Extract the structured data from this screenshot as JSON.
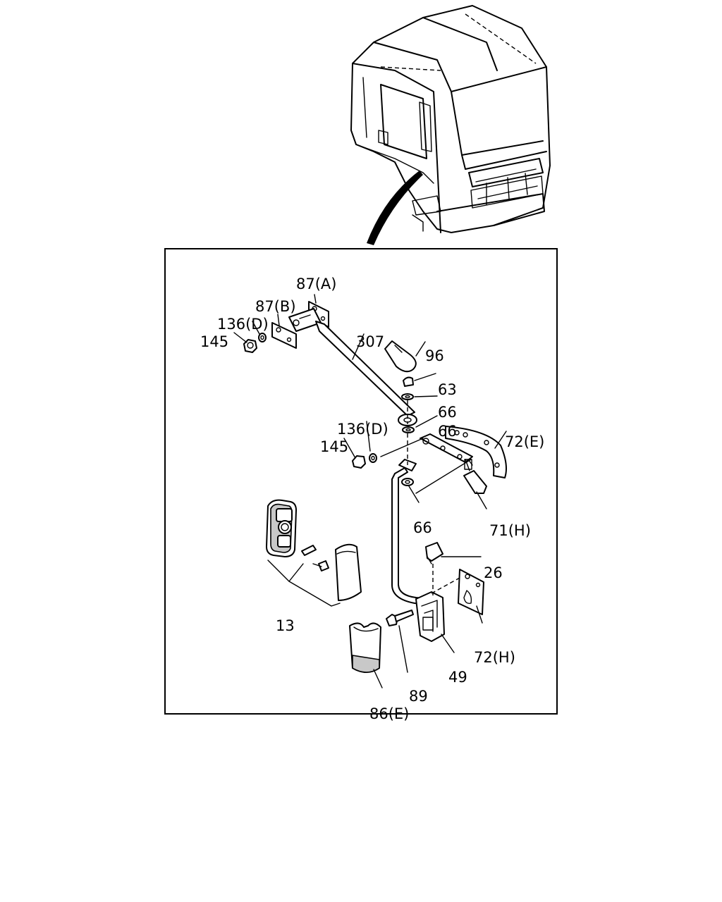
{
  "labels": {
    "l87a": "87(A)",
    "l87b": "87(B)",
    "l136d_top": "136(D)",
    "l145_top": "145",
    "l307": "307",
    "l96": "96",
    "l63": "63",
    "l66_a": "66",
    "l66_b": "66",
    "l136d_mid": "136(D)",
    "l145_mid": "145",
    "l72e": "72(E)",
    "l71h": "71(H)",
    "l66_c": "66",
    "l26": "26",
    "l13": "13",
    "l72h": "72(H)",
    "l49": "49",
    "l89": "89",
    "l86e": "86(E)"
  },
  "colors": {
    "line": "#000000",
    "background": "#ffffff",
    "shade": "#c8c8c8"
  }
}
